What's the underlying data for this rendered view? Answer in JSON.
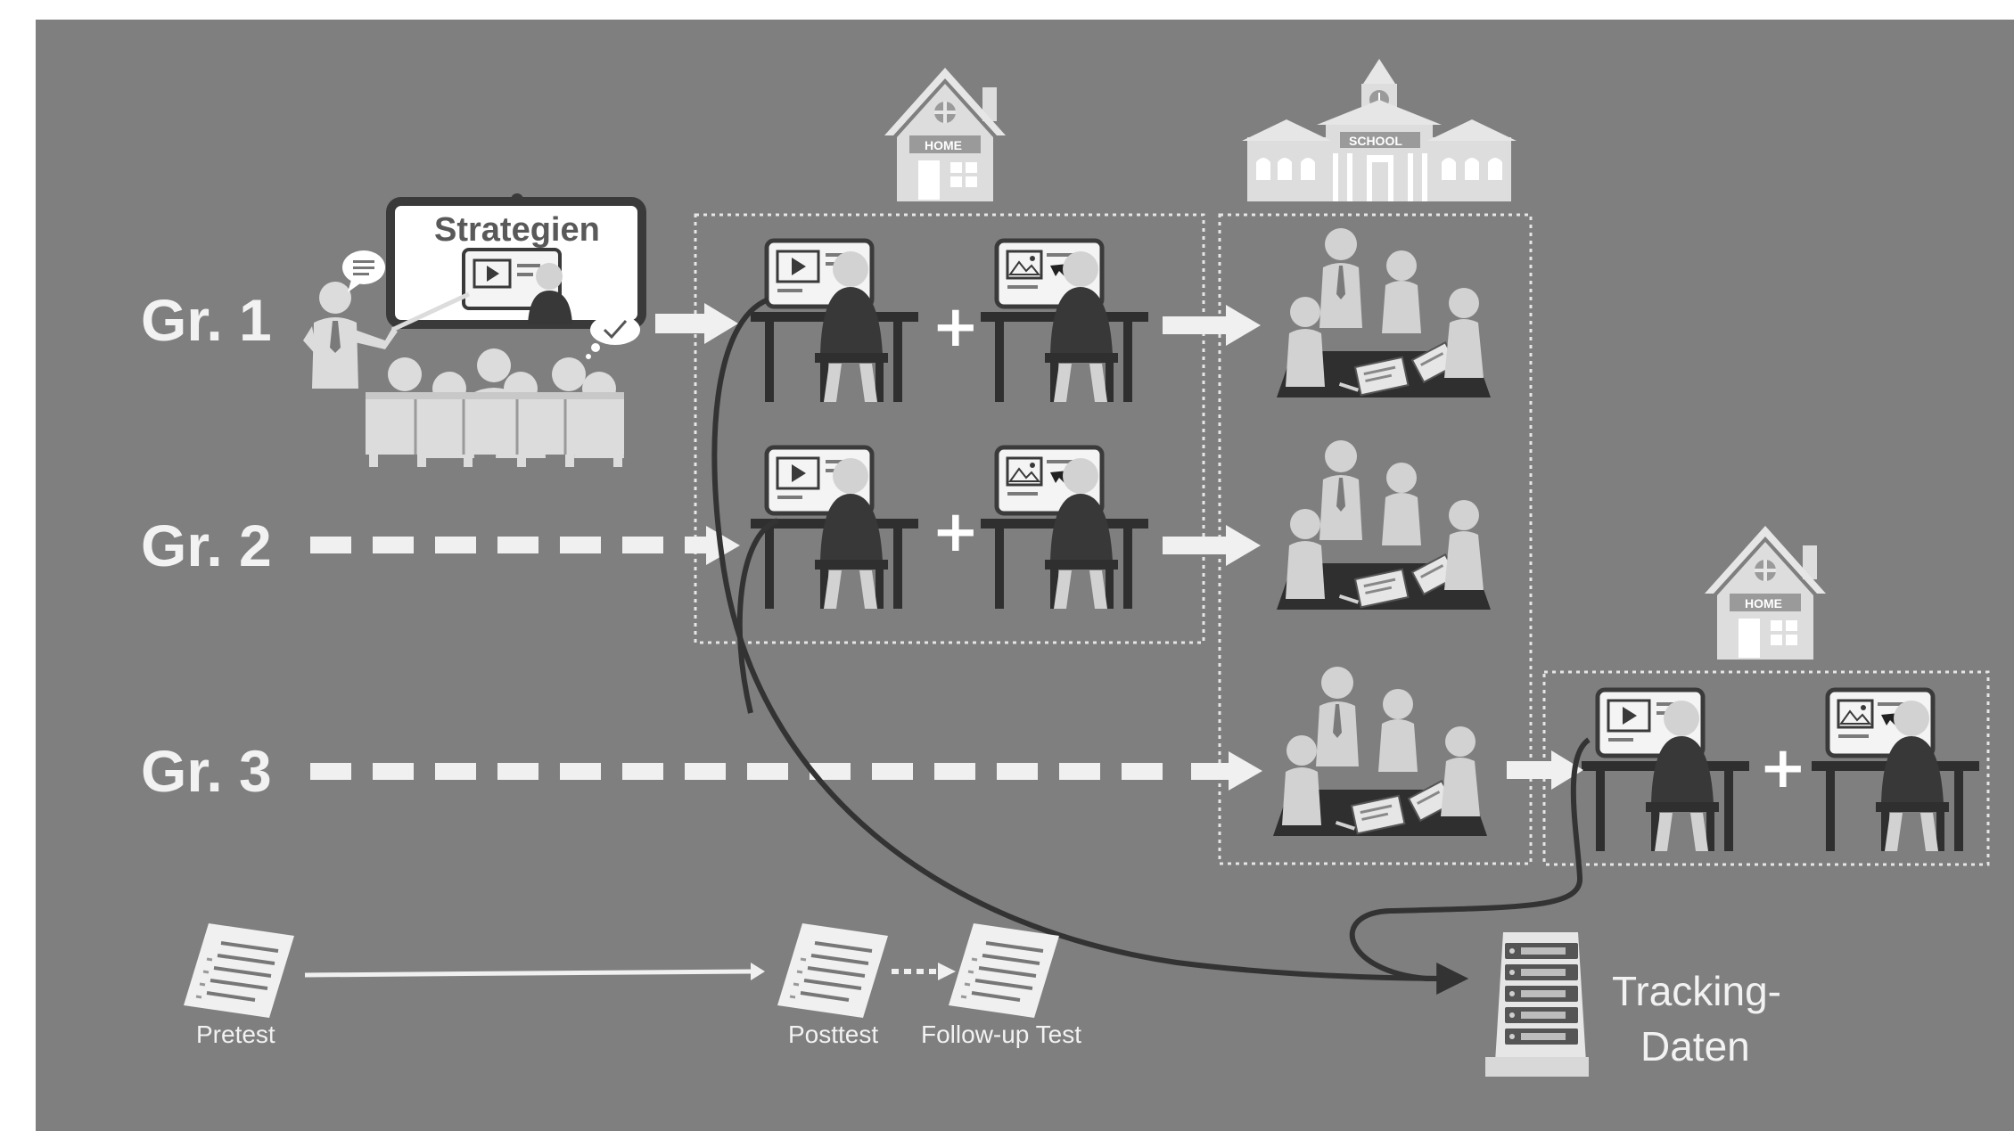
{
  "groups": {
    "g1": "Gr. 1",
    "g2": "Gr. 2",
    "g3": "Gr. 3"
  },
  "lecture": {
    "board_title": "Strategien"
  },
  "locations": {
    "home": "HOME",
    "school": "SCHOOL"
  },
  "tests": {
    "pretest": "Pretest",
    "posttest": "Posttest",
    "followup": "Follow-up Test"
  },
  "tracking": {
    "line1": "Tracking-",
    "line2": "Daten"
  },
  "plus_sign": "+",
  "icons": [
    "presenter-icon",
    "speech-bubble-icon",
    "thought-bubble-icon",
    "audience-icon",
    "house-icon",
    "school-icon",
    "video-learner-icon",
    "image-learner-icon",
    "group-work-icon",
    "test-sheet-icon",
    "server-icon"
  ],
  "colors": {
    "background": "#7f7f7f",
    "figure": "#dcdcdc",
    "dark": "#404040",
    "arrow": "#f0f0f0"
  }
}
